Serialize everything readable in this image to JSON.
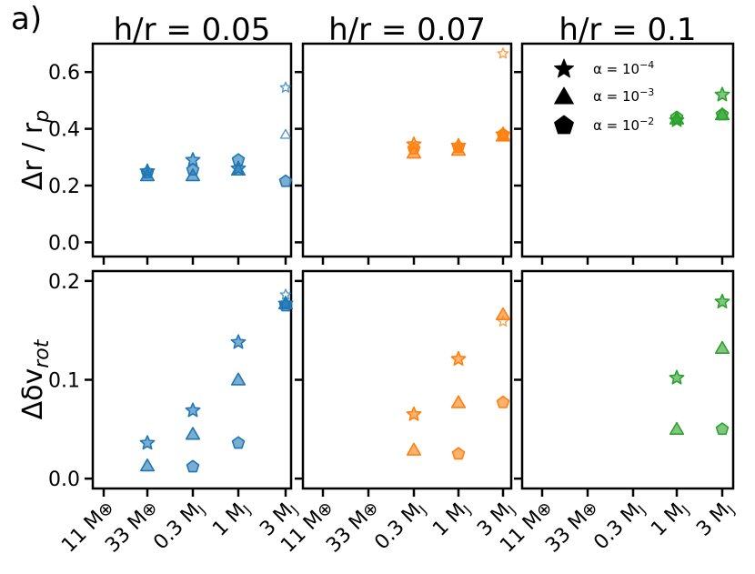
{
  "panel_label": "a)",
  "chart_data": {
    "type": "scatter",
    "columns": [
      {
        "title": "h/r = 0.05",
        "color": "#1f77b4"
      },
      {
        "title": "h/r = 0.07",
        "color": "#ff7f0e"
      },
      {
        "title": "h/r = 0.1",
        "color": "#2ca02c"
      }
    ],
    "categories": [
      "11 M⊕",
      "33 M⊕",
      "0.3 MJ",
      "1 MJ",
      "3 MJ"
    ],
    "category_labels": [
      {
        "main": "11 M",
        "sub": "⊕",
        "sub_style": "sym"
      },
      {
        "main": "33 M",
        "sub": "⊕",
        "sub_style": "sym"
      },
      {
        "main": "0.3 M",
        "sub": "J",
        "sub_style": "low"
      },
      {
        "main": "1 M",
        "sub": "J",
        "sub_style": "low"
      },
      {
        "main": "3 M",
        "sub": "J",
        "sub_style": "low"
      }
    ],
    "legend": {
      "placement": "top-right of third top panel",
      "entries": [
        {
          "marker": "star",
          "label": "α = 10",
          "exp": "−4"
        },
        {
          "marker": "triangle",
          "label": "α = 10",
          "exp": "−3"
        },
        {
          "marker": "pentagon",
          "label": "α = 10",
          "exp": "−2"
        }
      ]
    },
    "rows": [
      {
        "ylabel": "Δr / r",
        "ylabel_sub": "p",
        "ylim": [
          -0.05,
          0.7
        ],
        "yticks": [
          0.0,
          0.2,
          0.4,
          0.6
        ],
        "ytick_labels": [
          "0.0",
          "0.2",
          "0.4",
          "0.6"
        ],
        "panels": [
          {
            "series": [
              {
                "marker": "star",
                "points": [
                  [
                    1,
                    0.25
                  ],
                  [
                    2,
                    0.29
                  ],
                  [
                    3,
                    0.26
                  ]
                ],
                "open_points": [
                  [
                    4,
                    0.545
                  ]
                ]
              },
              {
                "marker": "triangle",
                "points": [
                  [
                    1,
                    0.235
                  ],
                  [
                    2,
                    0.235
                  ],
                  [
                    3,
                    0.255
                  ]
                ],
                "open_points": [
                  [
                    4,
                    0.38
                  ]
                ]
              },
              {
                "marker": "pentagon",
                "points": [
                  [
                    1,
                    0.245
                  ],
                  [
                    2,
                    0.255
                  ],
                  [
                    3,
                    0.29
                  ],
                  [
                    4,
                    0.215
                  ]
                ]
              }
            ]
          },
          {
            "series": [
              {
                "marker": "star",
                "points": [
                  [
                    2,
                    0.345
                  ],
                  [
                    3,
                    0.34
                  ],
                  [
                    4,
                    0.38
                  ]
                ],
                "open_points": [
                  [
                    4,
                    0.665
                  ]
                ]
              },
              {
                "marker": "triangle",
                "points": [
                  [
                    2,
                    0.315
                  ],
                  [
                    3,
                    0.325
                  ],
                  [
                    4,
                    0.375
                  ]
                ]
              },
              {
                "marker": "pentagon",
                "points": [
                  [
                    2,
                    0.33
                  ],
                  [
                    3,
                    0.335
                  ],
                  [
                    4,
                    0.38
                  ]
                ]
              }
            ]
          },
          {
            "series": [
              {
                "marker": "star",
                "points": [
                  [
                    3,
                    0.43
                  ],
                  [
                    4,
                    0.52
                  ]
                ]
              },
              {
                "marker": "triangle",
                "points": [
                  [
                    3,
                    0.435
                  ],
                  [
                    4,
                    0.45
                  ]
                ]
              },
              {
                "marker": "pentagon",
                "points": [
                  [
                    3,
                    0.44
                  ],
                  [
                    4,
                    0.45
                  ]
                ]
              }
            ]
          }
        ]
      },
      {
        "ylabel": "Δδv",
        "ylabel_sub": "rot",
        "ylim": [
          -0.01,
          0.21
        ],
        "yticks": [
          0.0,
          0.1,
          0.2
        ],
        "ytick_labels": [
          "0.0",
          "0.1",
          "0.2"
        ],
        "panels": [
          {
            "series": [
              {
                "marker": "star",
                "points": [
                  [
                    1,
                    0.036
                  ],
                  [
                    2,
                    0.069
                  ],
                  [
                    3,
                    0.138
                  ],
                  [
                    4,
                    0.177
                  ]
                ],
                "open_points": [
                  [
                    4,
                    0.186
                  ]
                ]
              },
              {
                "marker": "triangle",
                "points": [
                  [
                    1,
                    0.013
                  ],
                  [
                    2,
                    0.045
                  ],
                  [
                    3,
                    0.1
                  ],
                  [
                    4,
                    0.177
                  ]
                ]
              },
              {
                "marker": "pentagon",
                "points": [
                  [
                    2,
                    0.012
                  ],
                  [
                    3,
                    0.036
                  ],
                  [
                    4,
                    0.175
                  ]
                ]
              }
            ]
          },
          {
            "series": [
              {
                "marker": "star",
                "points": [
                  [
                    2,
                    0.065
                  ],
                  [
                    3,
                    0.121
                  ]
                ],
                "open_points": [
                  [
                    4,
                    0.159
                  ]
                ]
              },
              {
                "marker": "triangle",
                "points": [
                  [
                    2,
                    0.029
                  ],
                  [
                    3,
                    0.077
                  ],
                  [
                    4,
                    0.166
                  ]
                ]
              },
              {
                "marker": "pentagon",
                "points": [
                  [
                    3,
                    0.025
                  ],
                  [
                    4,
                    0.077
                  ]
                ]
              }
            ]
          },
          {
            "series": [
              {
                "marker": "star",
                "points": [
                  [
                    3,
                    0.102
                  ],
                  [
                    4,
                    0.179
                  ]
                ]
              },
              {
                "marker": "triangle",
                "points": [
                  [
                    3,
                    0.05
                  ],
                  [
                    4,
                    0.132
                  ]
                ]
              },
              {
                "marker": "pentagon",
                "points": [
                  [
                    4,
                    0.05
                  ]
                ]
              }
            ]
          }
        ]
      }
    ]
  }
}
